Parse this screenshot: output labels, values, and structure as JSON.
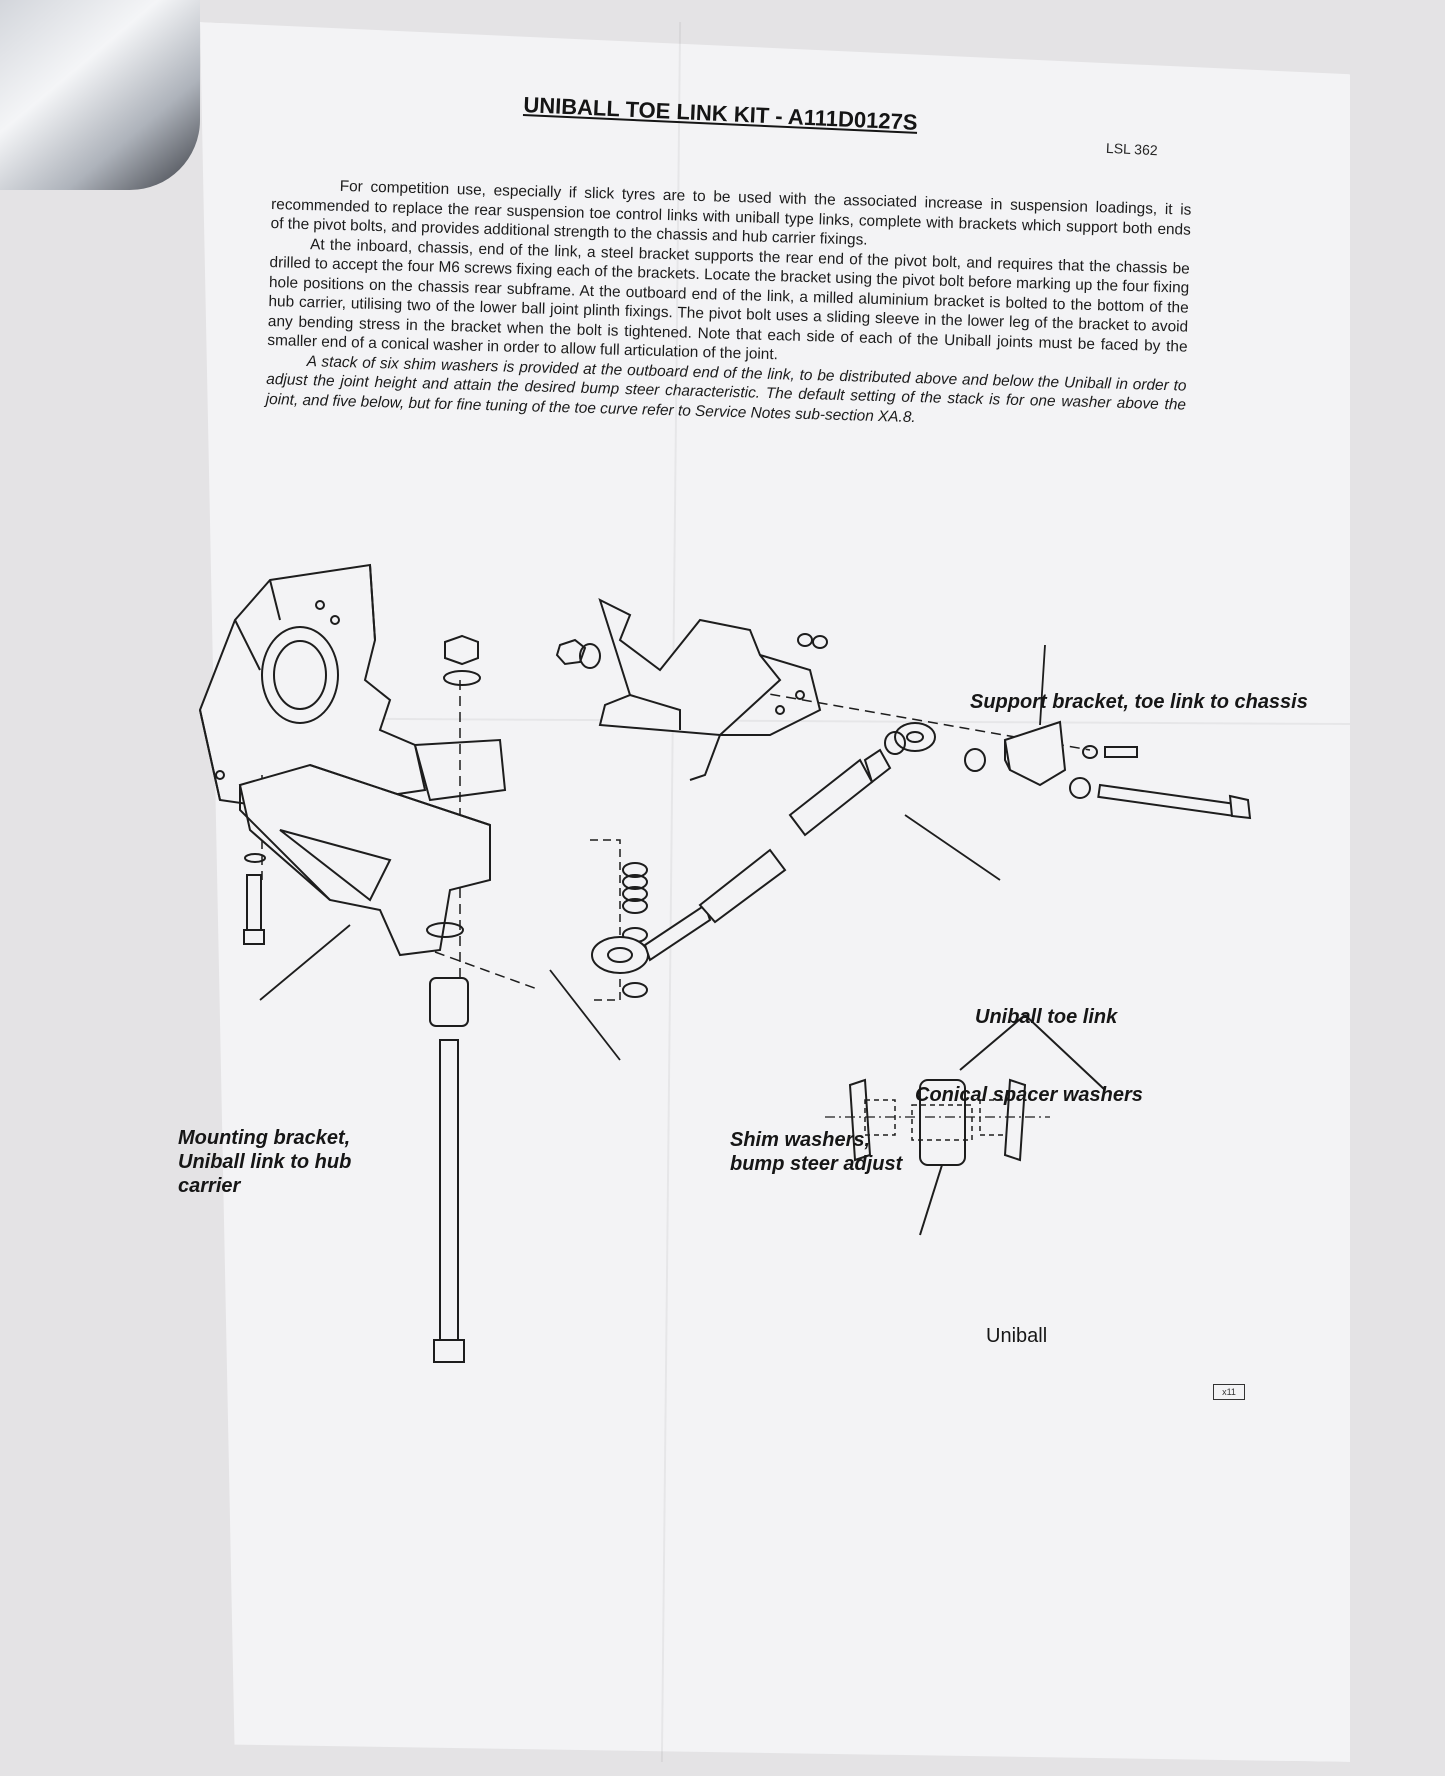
{
  "document": {
    "title": "UNIBALL TOE LINK KIT - A111D0127S",
    "reference": "LSL 362",
    "paragraphs": [
      "For competition use, especially if slick tyres are to be used with the associated increase in suspension loadings, it is recommended to replace the rear suspension toe control links with uniball type links, complete with brackets which support both ends of the pivot bolts, and provides additional strength to the chassis and hub carrier fixings.",
      "At the inboard, chassis, end of the link, a steel bracket supports the rear end of the pivot bolt, and requires that the chassis be drilled to accept the four M6 screws fixing each of the brackets. Locate the bracket using the pivot bolt before marking up the four fixing hole positions on the chassis rear subframe. At the outboard end of the link, a milled aluminium bracket is bolted to the bottom of the hub carrier, utilising two of the lower ball joint plinth fixings. The pivot bolt uses a sliding sleeve in the lower leg of the bracket to avoid any bending stress in the bracket when the bolt is tightened. Note that each side of each of the Uniball joints must be faced by the smaller end of a conical washer in order to allow full articulation of the joint.",
      "A stack of six shim washers is provided at the outboard end of the link, to be distributed above and below the Uniball in order to adjust the joint height and attain the desired bump steer characteristic. The default setting of the stack is for one washer above the joint, and five below, but for fine tuning of the toe curve refer to Service Notes sub-section XA.8."
    ],
    "page_tag": "x11"
  },
  "diagram": {
    "labels": {
      "support_bracket": "Support bracket, toe link to chassis",
      "toe_link": "Uniball toe link",
      "conical_washers": "Conical spacer washers",
      "mounting_bracket": "Mounting bracket, Uniball link to hub carrier",
      "shim_washers": "Shim washers, bump steer adjust",
      "uniball": "Uniball"
    }
  }
}
